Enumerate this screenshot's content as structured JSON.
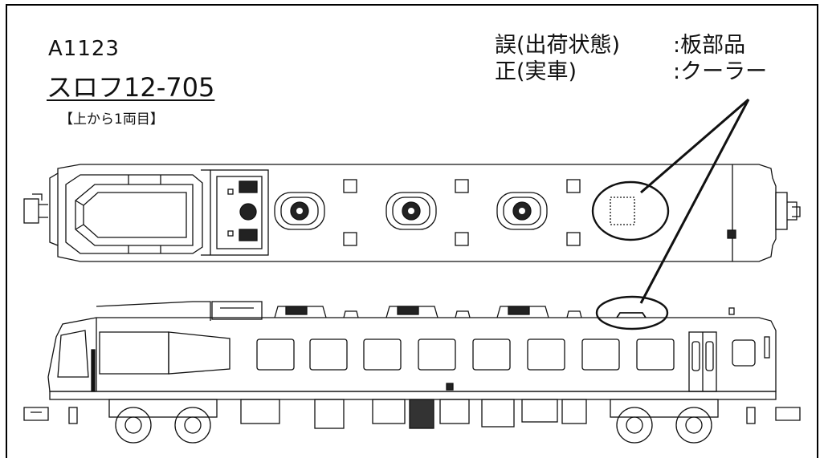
{
  "header": {
    "model_code": "A1123",
    "car_name": "スロフ12-705",
    "position_note": "【上から1両目】"
  },
  "legend": {
    "wrong_label": "誤(出荷状態)",
    "wrong_value": ":板部品",
    "correct_label": "正(実車)",
    "correct_value": ":クーラー"
  }
}
